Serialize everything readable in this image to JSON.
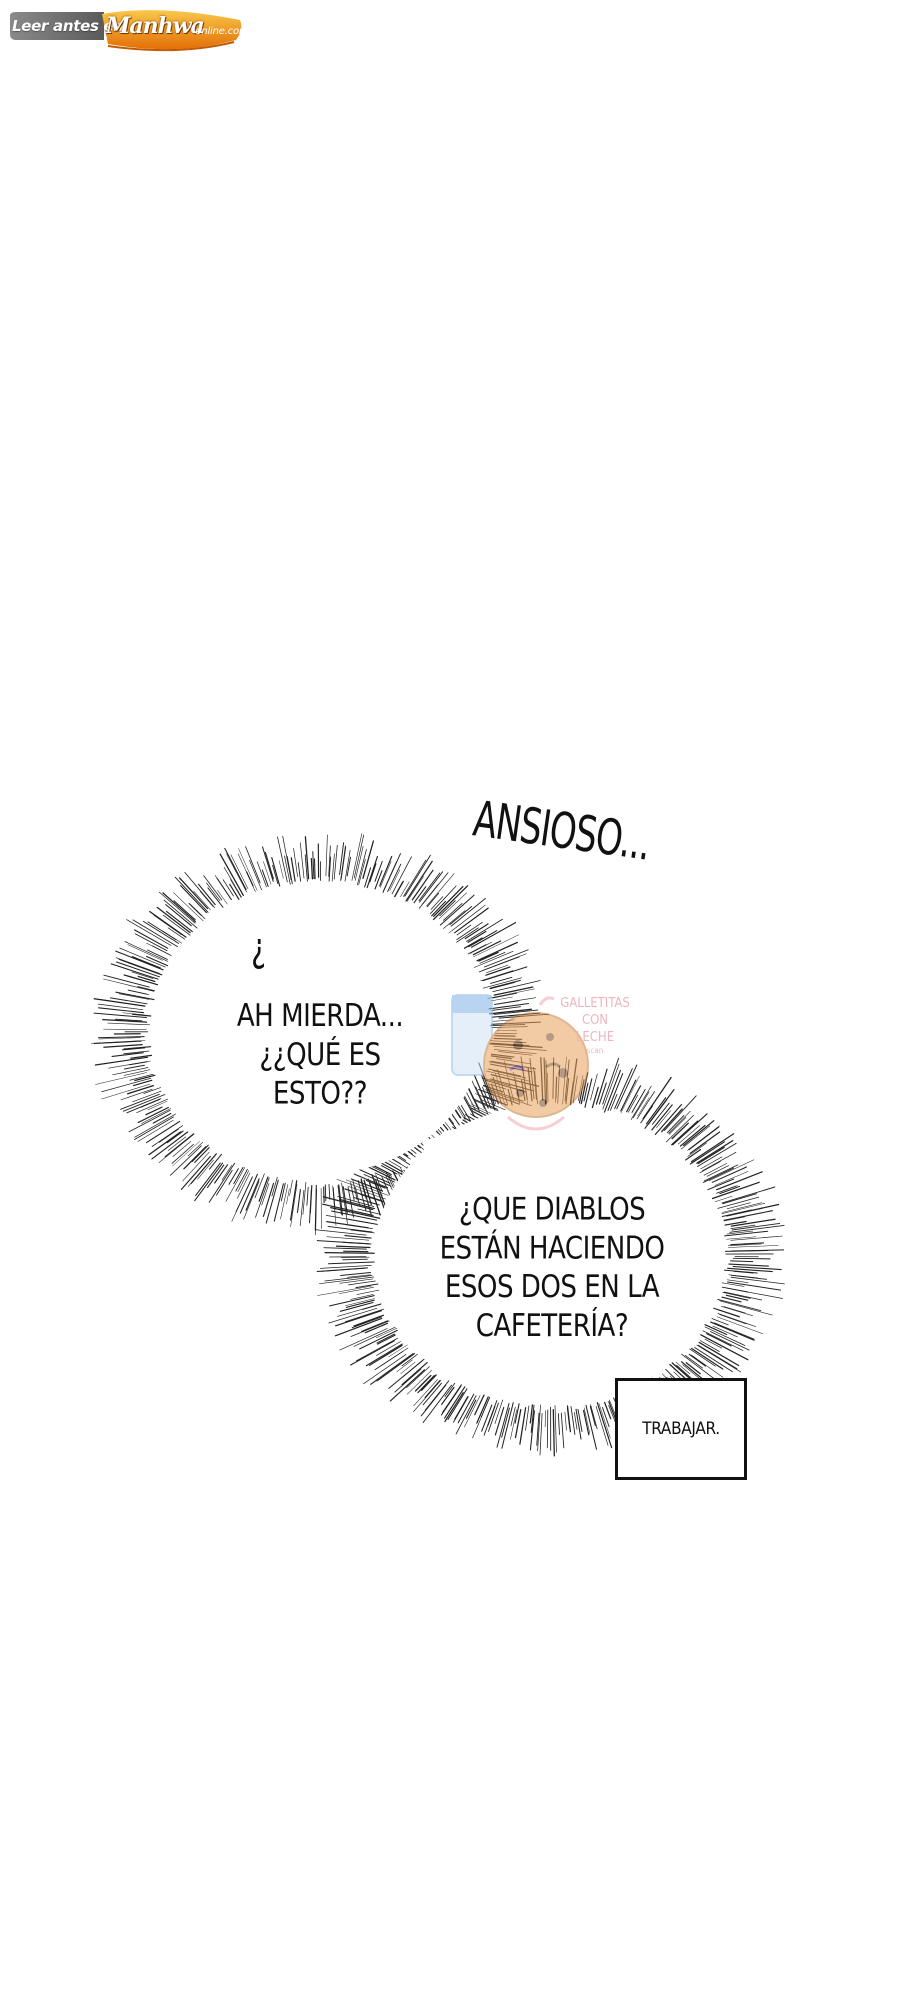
{
  "banner": {
    "prefix": "Leer antes en",
    "brand": "Manhwa",
    "suffix": "-online.com",
    "color_start": "#f7b733",
    "color_end": "#e36f06"
  },
  "sfx": {
    "label": "ANSIOSO...",
    "mark": "¿"
  },
  "bubble_1": {
    "lines": [
      "AH MIERDA...",
      "¿¿QUÉ ES",
      "ESTO??"
    ]
  },
  "bubble_2": {
    "lines": [
      "¿QUE DIABLOS",
      "ESTÁN HACIENDO",
      "ESOS DOS EN LA",
      "CAFETERÍA?"
    ]
  },
  "narration_box": {
    "label": "TRABAJAR."
  },
  "watermark": {
    "lines": [
      "GALLETITAS",
      "CON",
      "LECHE"
    ],
    "small": "scan",
    "icon": "cookie-and-milk-icon"
  }
}
